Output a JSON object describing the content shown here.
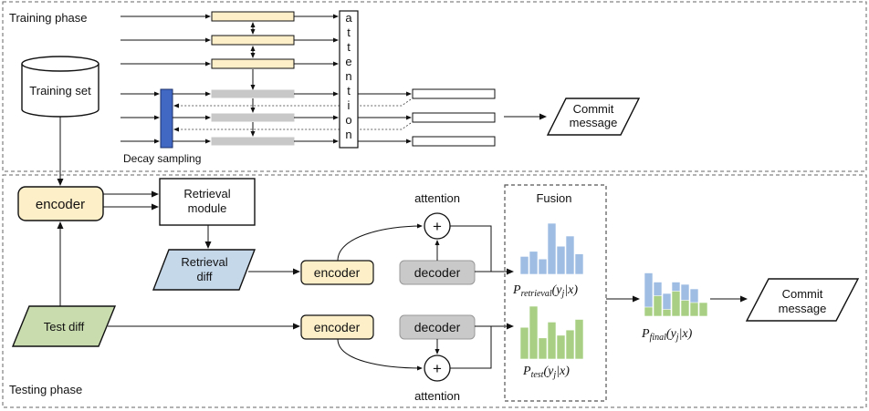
{
  "training": {
    "phase_label": "Training phase",
    "training_set_label": "Training set",
    "decay_sampling_label": "Decay sampling",
    "attention_letters": [
      "a",
      "t",
      "t",
      "e",
      "n",
      "t",
      "i",
      "o",
      "n"
    ],
    "commit_message_label": "Commit message"
  },
  "testing": {
    "phase_label": "Testing phase",
    "encoder_label": "encoder",
    "retrieval_module_label": "Retrieval module",
    "retrieval_diff_label": "Retrieval diff",
    "test_diff_label": "Test diff",
    "encoder_retrieval_label": "encoder",
    "encoder_test_label": "encoder",
    "decoder_top_label": "decoder",
    "decoder_bottom_label": "decoder",
    "attention_top_label": "attention",
    "attention_bottom_label": "attention",
    "plus_symbol": "+",
    "fusion_label": "Fusion",
    "p_retrieval": {
      "main": "P",
      "sub": "retrieval",
      "args": "(y",
      "sub2": "j",
      "tail": "|x)"
    },
    "p_test": {
      "main": "P",
      "sub": "test",
      "args": "(y",
      "sub2": "j",
      "tail": "|x)"
    },
    "p_final": {
      "main": "P",
      "sub": "final",
      "args": "(y",
      "sub2": "j",
      "tail": "|x)"
    },
    "commit_message_label": "Commit message"
  },
  "histograms": {
    "retrieval": [
      0.35,
      0.45,
      0.3,
      1.0,
      0.55,
      0.75,
      0.4
    ],
    "test": [
      0.6,
      1.0,
      0.4,
      0.7,
      0.45,
      0.55,
      0.75
    ],
    "final_green": [
      0.2,
      0.45,
      0.15,
      0.55,
      0.35,
      0.3,
      0.3
    ],
    "final_blue_total": [
      0.95,
      0.75,
      0.5,
      0.75,
      0.7,
      0.6,
      0.3
    ]
  },
  "colors": {
    "cream": "#fdf0c8",
    "gray_box": "#c8c8c8",
    "decoder": "#c9c9c9",
    "blue_diff": "#c5d8ea",
    "green_diff": "#c8dcae",
    "decay_bar": "#4169c4",
    "hist_blue": "#9fbde3",
    "hist_green": "#a9cf84"
  }
}
